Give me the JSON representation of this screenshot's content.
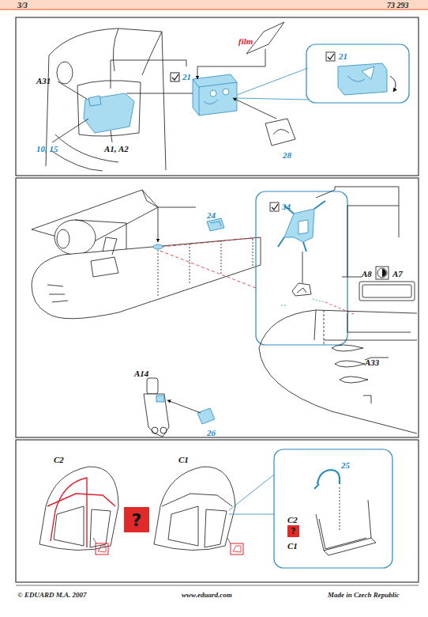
{
  "diagram": {
    "nodes": [
      {
        "text": [
          "?"
        ]
      },
      {
        "text": [
          "?"
        ]
      }
    ],
    "labels": [
      "3/3",
      "73 293",
      "film",
      "21",
      "A31",
      "21",
      "10, 15",
      "A1, A2",
      "28",
      "24",
      "34",
      "A8",
      "A7",
      "A33",
      "A14",
      "26",
      "C2",
      "C1",
      "25",
      "C2",
      "C1",
      "© EDUARD  M.A. 2007",
      "www.eduard.com",
      "Made in Czech Republic"
    ]
  }
}
